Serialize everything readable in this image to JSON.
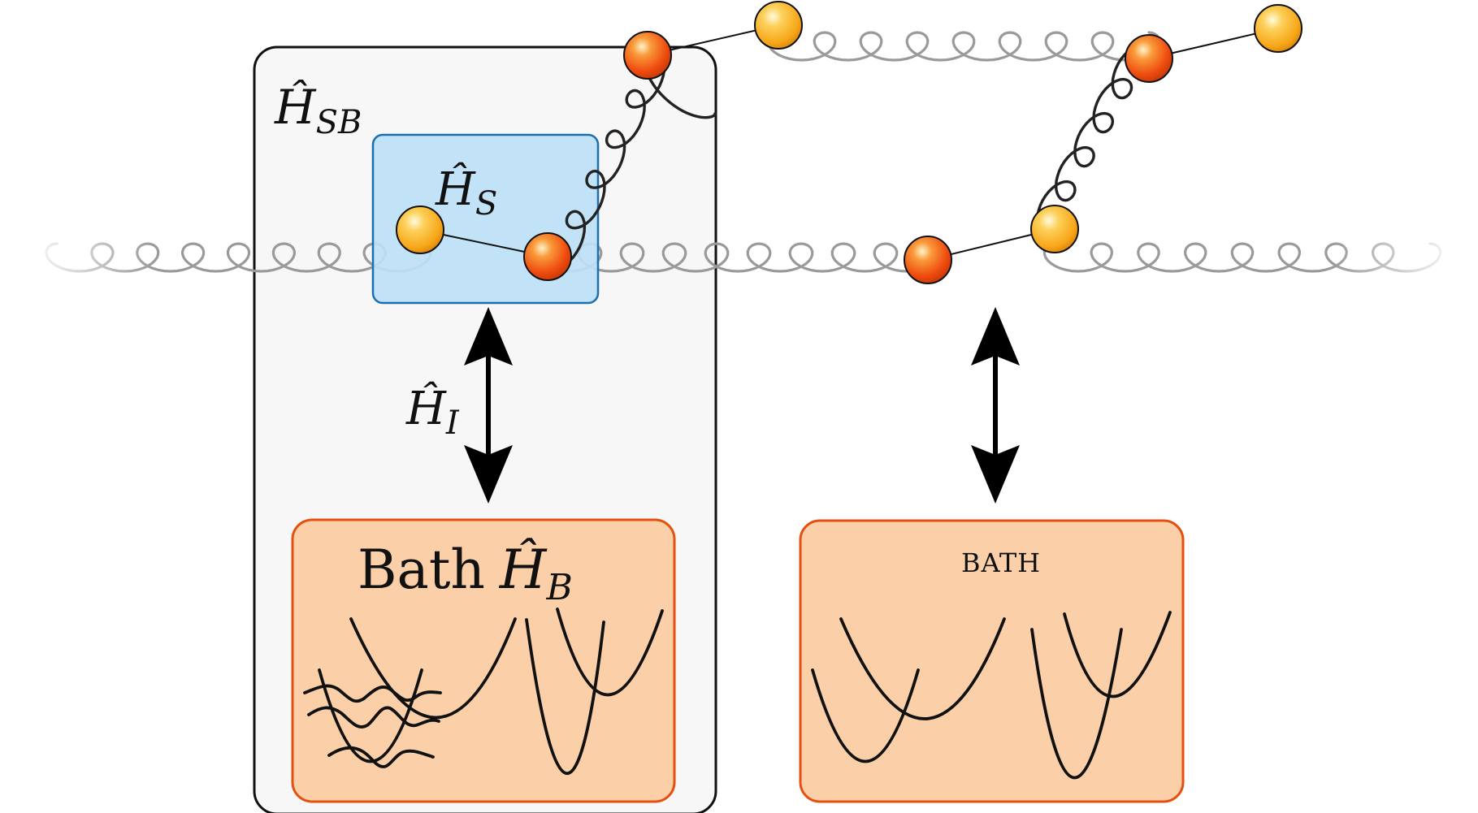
{
  "labels": {
    "h_sb": {
      "symbol": "Ĥ",
      "sub": "SB"
    },
    "h_s": {
      "symbol": "Ĥ",
      "sub": "S"
    },
    "h_i": {
      "symbol": "Ĥ",
      "sub": "I"
    },
    "bath_left": {
      "word": "Bath",
      "symbol": "Ĥ",
      "sub": "B"
    },
    "bath_right": "BATH"
  },
  "colors": {
    "outer_box_fill": "#f7f7f7",
    "outer_box_stroke": "#111111",
    "system_box_fill": "#bde0f7",
    "system_box_stroke": "#1b6fae",
    "bath_fill": "#fbd0a9",
    "bath_stroke": "#e5500f",
    "spring_dark": "#222222",
    "spring_gray": "#9a9a9a",
    "atom_red": "#ef4b0f",
    "atom_yellow": "#f7a618"
  }
}
